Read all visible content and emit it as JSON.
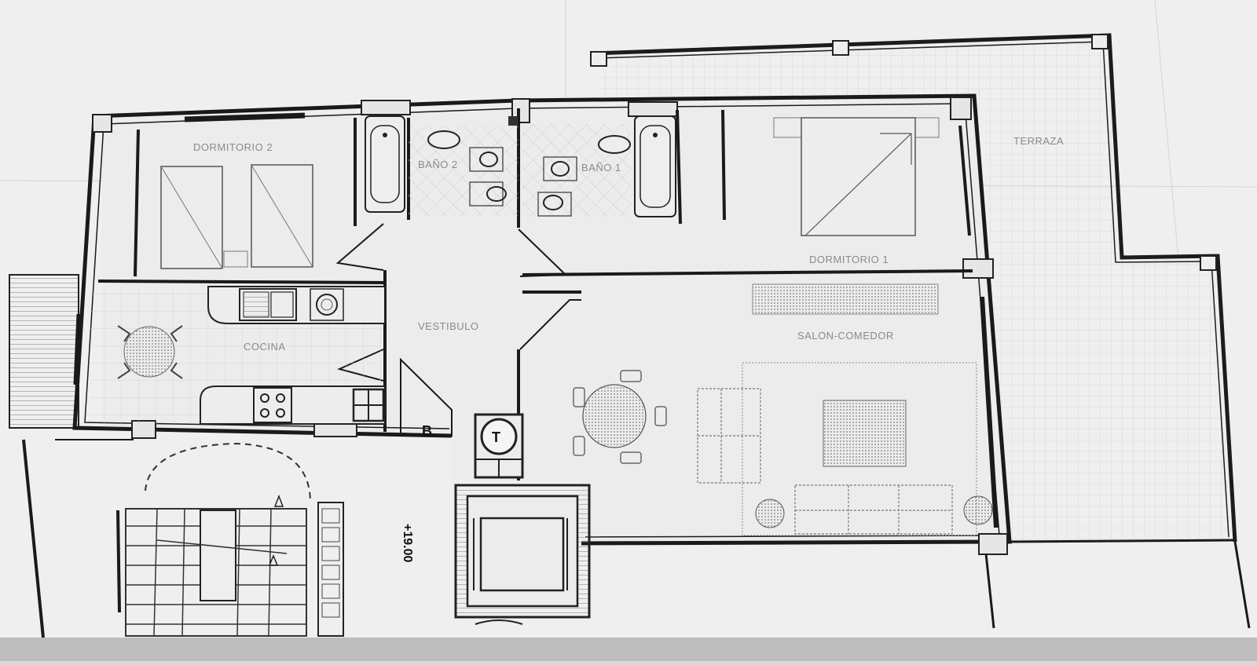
{
  "plan": {
    "rooms": {
      "dormitorio2": "DORMITORIO 2",
      "bano2": "BAÑO 2",
      "bano1": "BAÑO 1",
      "dormitorio1": "DORMITORIO 1",
      "terraza": "TERRAZA",
      "cocina": "COCINA",
      "vestibulo": "VESTIBULO",
      "salon": "SALON-COMEDOR"
    },
    "marks": {
      "b": "B",
      "t": "T"
    },
    "elevation": "+19.00"
  }
}
